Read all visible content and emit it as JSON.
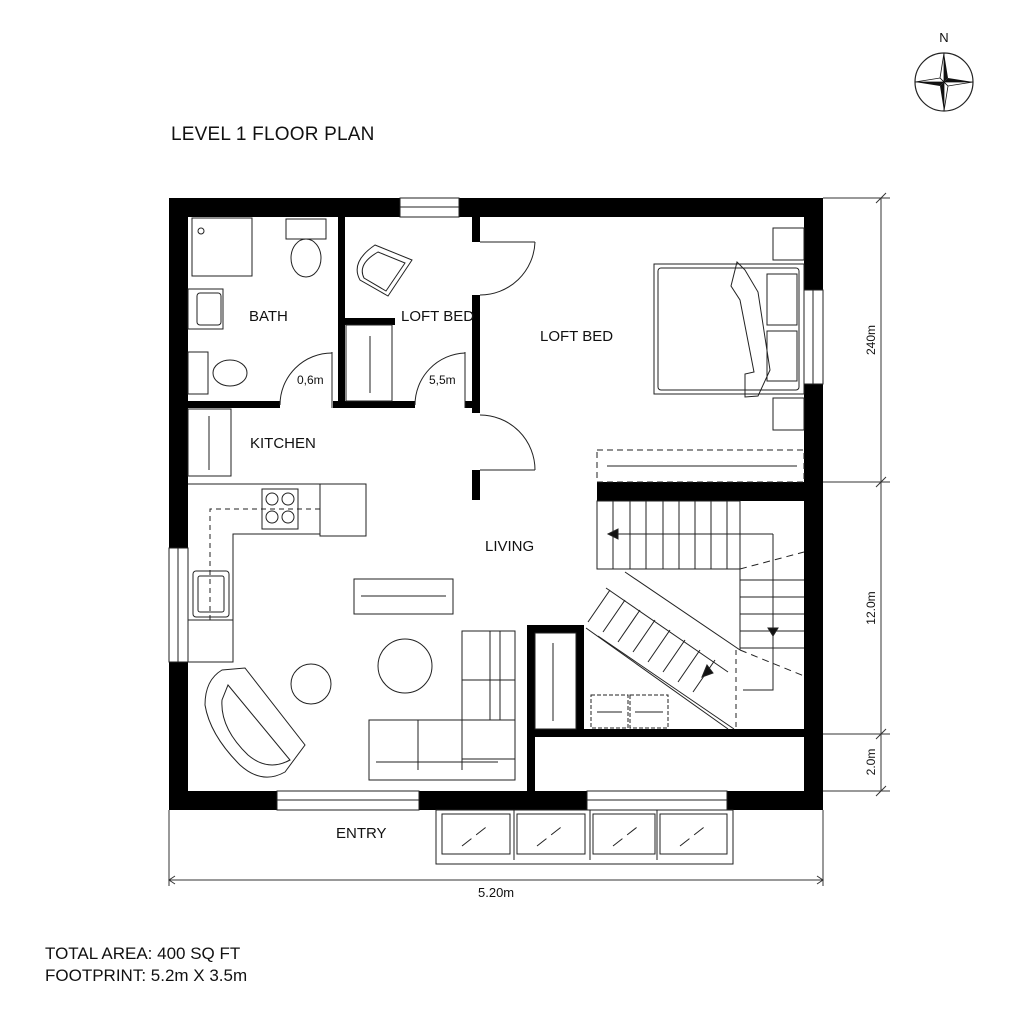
{
  "title": "LEVEL 1 FLOOR PLAN",
  "compass": {
    "label": "N",
    "icon": "compass-rose-icon"
  },
  "rooms": {
    "bath": "BATH",
    "loft_bed_small": "LOFT BED",
    "loft_bed_main": "LOFT BED",
    "kitchen": "KITCHEN",
    "living": "LIVING",
    "entry": "ENTRY"
  },
  "door_dimensions": {
    "bath_door": "0,6m",
    "loft_door": "5,5m"
  },
  "dimensions": {
    "right_top": "240m",
    "right_middle": "12.0m",
    "right_bottom": "2.0m",
    "bottom_width": "5.20m"
  },
  "summary": {
    "total_area": "TOTAL AREA: 400 SQ FT",
    "footprint": "FOOTPRINT: 5.2m X 3.5m"
  },
  "colors": {
    "wall": "#000000",
    "line": "#222222",
    "background": "#ffffff"
  }
}
